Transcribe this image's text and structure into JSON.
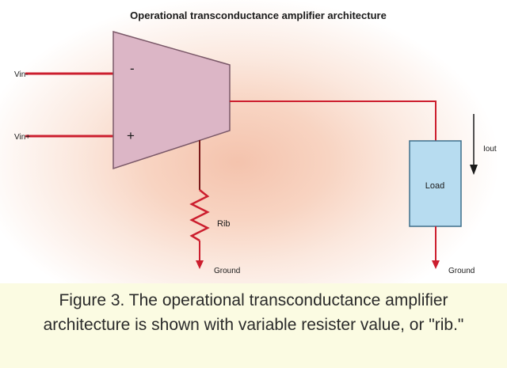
{
  "title": "Operational transconductance amplifier architecture",
  "inputs": {
    "vin_minus": "Vin-",
    "vin_plus": "Vin+"
  },
  "amp": {
    "minus_sign": "-",
    "plus_sign": "+"
  },
  "resistor_label": "Rib",
  "load_label": "Load",
  "current_label": "Iout",
  "ground_left": "Ground",
  "ground_right": "Ground",
  "caption": "Figure 3. The operational transconductance amplifier architecture is shown with variable resister value, or \"rib.\"",
  "colors": {
    "wire": "#cc1e2e",
    "wire_dark": "#7a1a1a",
    "amp_fill": "#dcb6c6",
    "amp_stroke": "#7a5868",
    "load_fill": "#b7dcf0",
    "load_stroke": "#3f6f8a",
    "caption_bg": "#fbfbe2"
  }
}
